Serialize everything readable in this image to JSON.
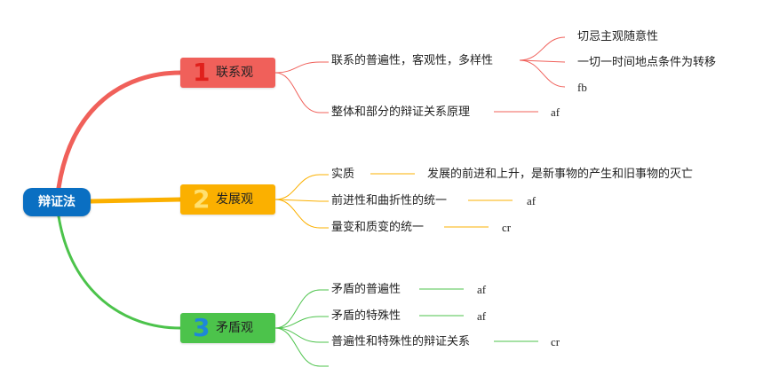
{
  "root": {
    "label": "辩证法"
  },
  "colors": {
    "root": "#0a6fc2",
    "branch1": "#f0605a",
    "branch2": "#fbb000",
    "branch3": "#4cc34b",
    "num1": "#e0201c",
    "num2": "#ffe070",
    "num3": "#1e88d8"
  },
  "branches": [
    {
      "number": "1",
      "label": "联系观",
      "items": [
        {
          "text": "联系的普遍性，客观性，多样性",
          "children": [
            {
              "text": "切忌主观随意性"
            },
            {
              "text": "一切一时间地点条件为转移"
            },
            {
              "text": "fb"
            }
          ]
        },
        {
          "text": "整体和部分的辩证关系原理",
          "note": "af"
        }
      ]
    },
    {
      "number": "2",
      "label": "发展观",
      "items": [
        {
          "text": "实质",
          "note": "发展的前进和上升，是新事物的产生和旧事物的灭亡"
        },
        {
          "text": "前进性和曲折性的统一",
          "note": "af"
        },
        {
          "text": "量变和质变的统一",
          "note": "cr"
        }
      ]
    },
    {
      "number": "3",
      "label": "矛盾观",
      "items": [
        {
          "text": "矛盾的普遍性",
          "note": "af"
        },
        {
          "text": "矛盾的特殊性",
          "note": "af"
        },
        {
          "text": "普遍性和特殊性的辩证关系",
          "note": "cr"
        },
        {
          "text": ""
        }
      ]
    }
  ]
}
